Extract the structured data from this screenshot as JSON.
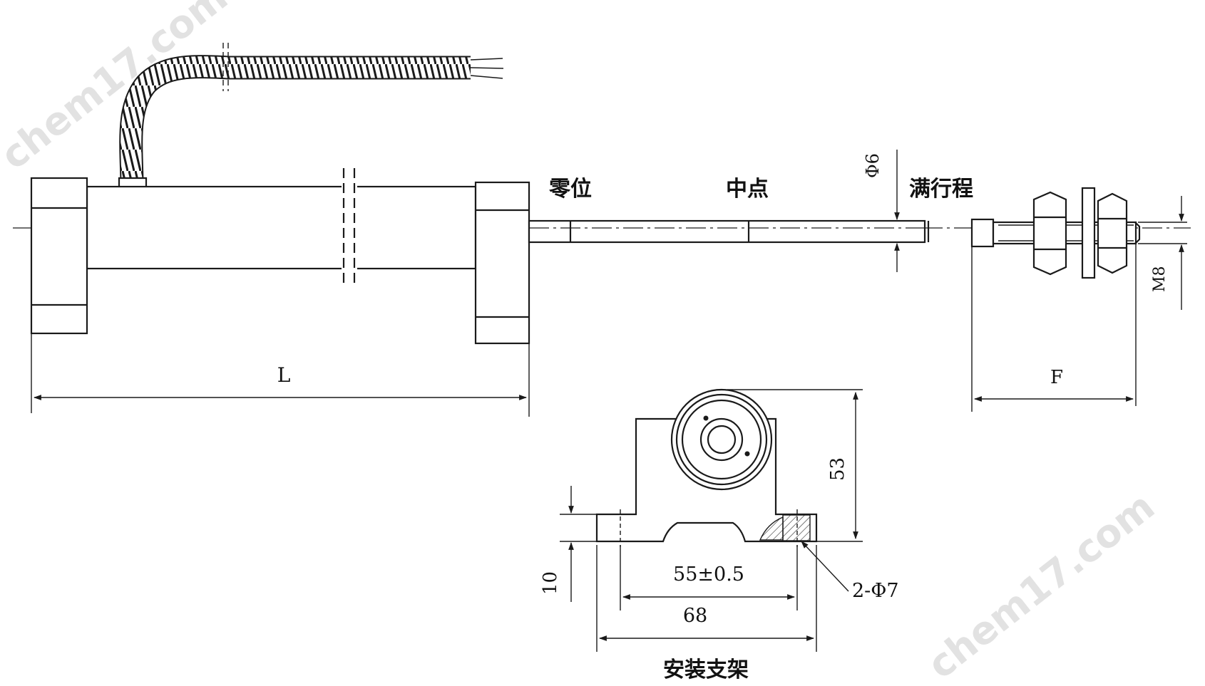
{
  "watermark": "chem17.com",
  "labels": {
    "zero_position": "零位",
    "midpoint": "中点",
    "full_stroke": "满行程",
    "bracket_title": "安装支架"
  },
  "dimensions": {
    "length": "L",
    "rod_diameter": "Φ6",
    "thread_length": "F",
    "thread_size": "M8",
    "bracket_height": "53",
    "bracket_base": "10",
    "hole_spacing": "55±0.5",
    "bracket_width": "68",
    "holes": "2-Φ7"
  }
}
